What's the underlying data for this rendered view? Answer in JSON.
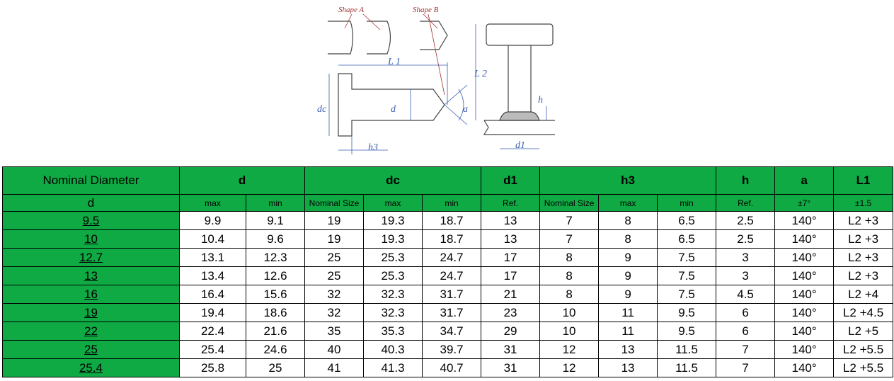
{
  "drawing": {
    "labels": {
      "shape_a": "Shape A",
      "shape_b": "Shape B",
      "l1": "L 1",
      "l2": "L 2",
      "dc": "dc",
      "d": "d",
      "a": "a",
      "h3": "h3",
      "h": "h",
      "d1": "d1"
    }
  },
  "table": {
    "headers": {
      "nominal_diameter": "Nominal Diameter",
      "nominal_d": "d",
      "d": "d",
      "dc": "dc",
      "d1": "d1",
      "h3": "h3",
      "h": "h",
      "a": "a",
      "l1": "L1"
    },
    "subheaders": {
      "d_max": "max",
      "d_min": "min",
      "dc_nominal": "Nominal Size",
      "dc_max": "max",
      "dc_min": "min",
      "d1_ref": "Ref.",
      "h3_nominal": "Nominal Size",
      "h3_max": "max",
      "h3_min": "min",
      "h_ref": "Ref.",
      "a_tol": "±7°",
      "l1_tol": "±1.5"
    },
    "rows": [
      {
        "size": "9.5",
        "d_max": "9.9",
        "d_min": "9.1",
        "dc_nom": "19",
        "dc_max": "19.3",
        "dc_min": "18.7",
        "d1": "13",
        "h3_nom": "7",
        "h3_max": "8",
        "h3_min": "6.5",
        "h": "2.5",
        "a": "140°",
        "l1": "L2 +3"
      },
      {
        "size": "10",
        "d_max": "10.4",
        "d_min": "9.6",
        "dc_nom": "19",
        "dc_max": "19.3",
        "dc_min": "18.7",
        "d1": "13",
        "h3_nom": "7",
        "h3_max": "8",
        "h3_min": "6.5",
        "h": "2.5",
        "a": "140°",
        "l1": "L2 +3"
      },
      {
        "size": "12.7",
        "d_max": "13.1",
        "d_min": "12.3",
        "dc_nom": "25",
        "dc_max": "25.3",
        "dc_min": "24.7",
        "d1": "17",
        "h3_nom": "8",
        "h3_max": "9",
        "h3_min": "7.5",
        "h": "3",
        "a": "140°",
        "l1": "L2 +3"
      },
      {
        "size": "13",
        "d_max": "13.4",
        "d_min": "12.6",
        "dc_nom": "25",
        "dc_max": "25.3",
        "dc_min": "24.7",
        "d1": "17",
        "h3_nom": "8",
        "h3_max": "9",
        "h3_min": "7.5",
        "h": "3",
        "a": "140°",
        "l1": "L2 +3"
      },
      {
        "size": "16",
        "d_max": "16.4",
        "d_min": "15.6",
        "dc_nom": "32",
        "dc_max": "32.3",
        "dc_min": "31.7",
        "d1": "21",
        "h3_nom": "8",
        "h3_max": "9",
        "h3_min": "7.5",
        "h": "4.5",
        "a": "140°",
        "l1": "L2 +4"
      },
      {
        "size": "19",
        "d_max": "19.4",
        "d_min": "18.6",
        "dc_nom": "32",
        "dc_max": "32.3",
        "dc_min": "31.7",
        "d1": "23",
        "h3_nom": "10",
        "h3_max": "11",
        "h3_min": "9.5",
        "h": "6",
        "a": "140°",
        "l1": "L2 +4.5"
      },
      {
        "size": "22",
        "d_max": "22.4",
        "d_min": "21.6",
        "dc_nom": "35",
        "dc_max": "35.3",
        "dc_min": "34.7",
        "d1": "29",
        "h3_nom": "10",
        "h3_max": "11",
        "h3_min": "9.5",
        "h": "6",
        "a": "140°",
        "l1": "L2 +5"
      },
      {
        "size": "25",
        "d_max": "25.4",
        "d_min": "24.6",
        "dc_nom": "40",
        "dc_max": "40.3",
        "dc_min": "39.7",
        "d1": "31",
        "h3_nom": "12",
        "h3_max": "13",
        "h3_min": "11.5",
        "h": "7",
        "a": "140°",
        "l1": "L2 +5.5"
      },
      {
        "size": "25.4",
        "d_max": "25.8",
        "d_min": "25",
        "dc_nom": "41",
        "dc_max": "41.3",
        "dc_min": "40.7",
        "d1": "31",
        "h3_nom": "12",
        "h3_max": "13",
        "h3_min": "11.5",
        "h": "7",
        "a": "140°",
        "l1": "L2 +5.5"
      }
    ]
  },
  "colors": {
    "header_green": "#0faa44",
    "dimension_label_blue": "#3a5fb0",
    "shape_label_red": "#a03030"
  }
}
